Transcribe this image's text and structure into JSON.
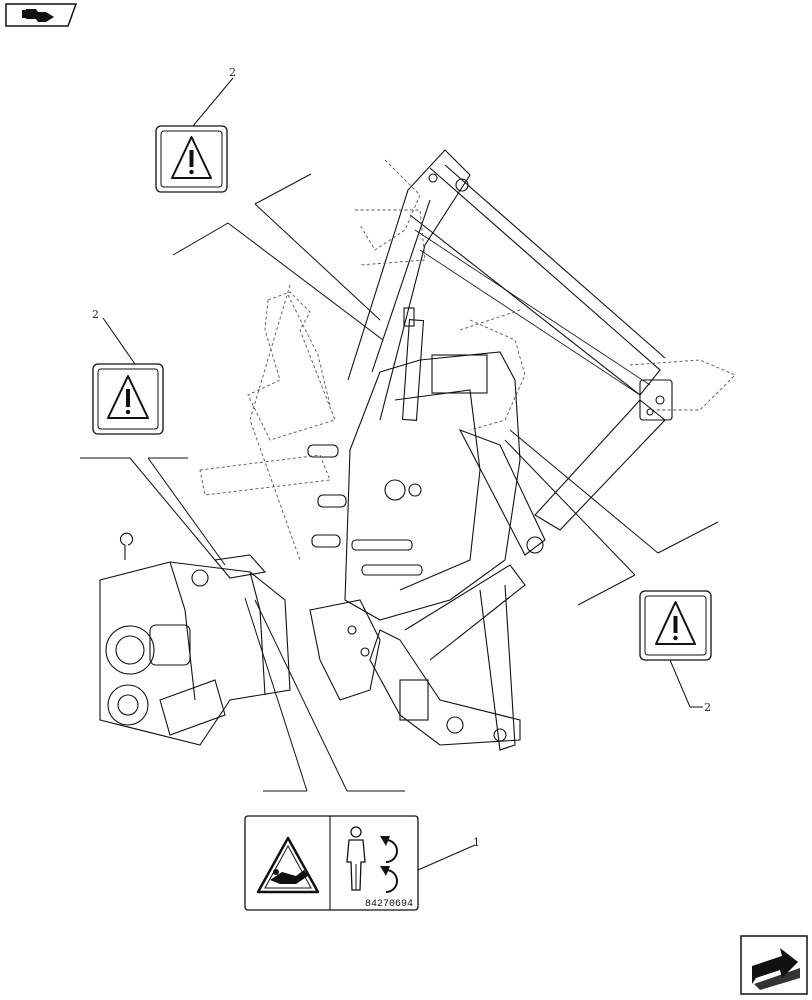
{
  "colors": {
    "line": "#111111",
    "dashed": "#555555",
    "paper": "#ffffff"
  },
  "toolbar": {
    "icon": "exploded-view-icon"
  },
  "navigation": {
    "icon": "next-page-arrow-icon"
  },
  "callouts": {
    "top_left": "2",
    "mid_left": "2",
    "right": "2",
    "bottom_decal": "1"
  },
  "decals": {
    "warning_icon": "warning-triangle-icon",
    "crush_decal": {
      "part_number": "84270694",
      "left_icon": "crush-hazard-icon",
      "right_icon": "person-rotating-arrows-icon"
    }
  }
}
